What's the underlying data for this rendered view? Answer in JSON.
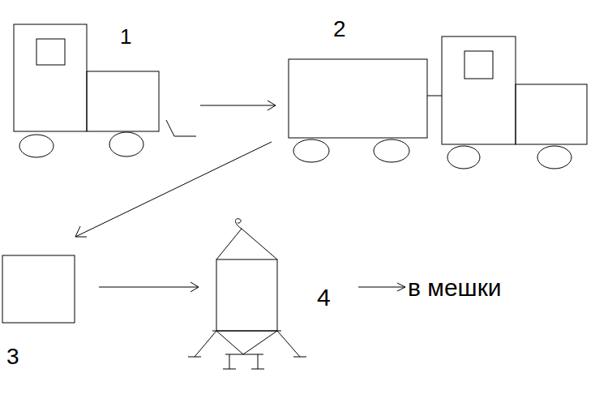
{
  "diagram": {
    "labels": [
      "1",
      "2",
      "3",
      "4",
      "в мешки"
    ]
  }
}
